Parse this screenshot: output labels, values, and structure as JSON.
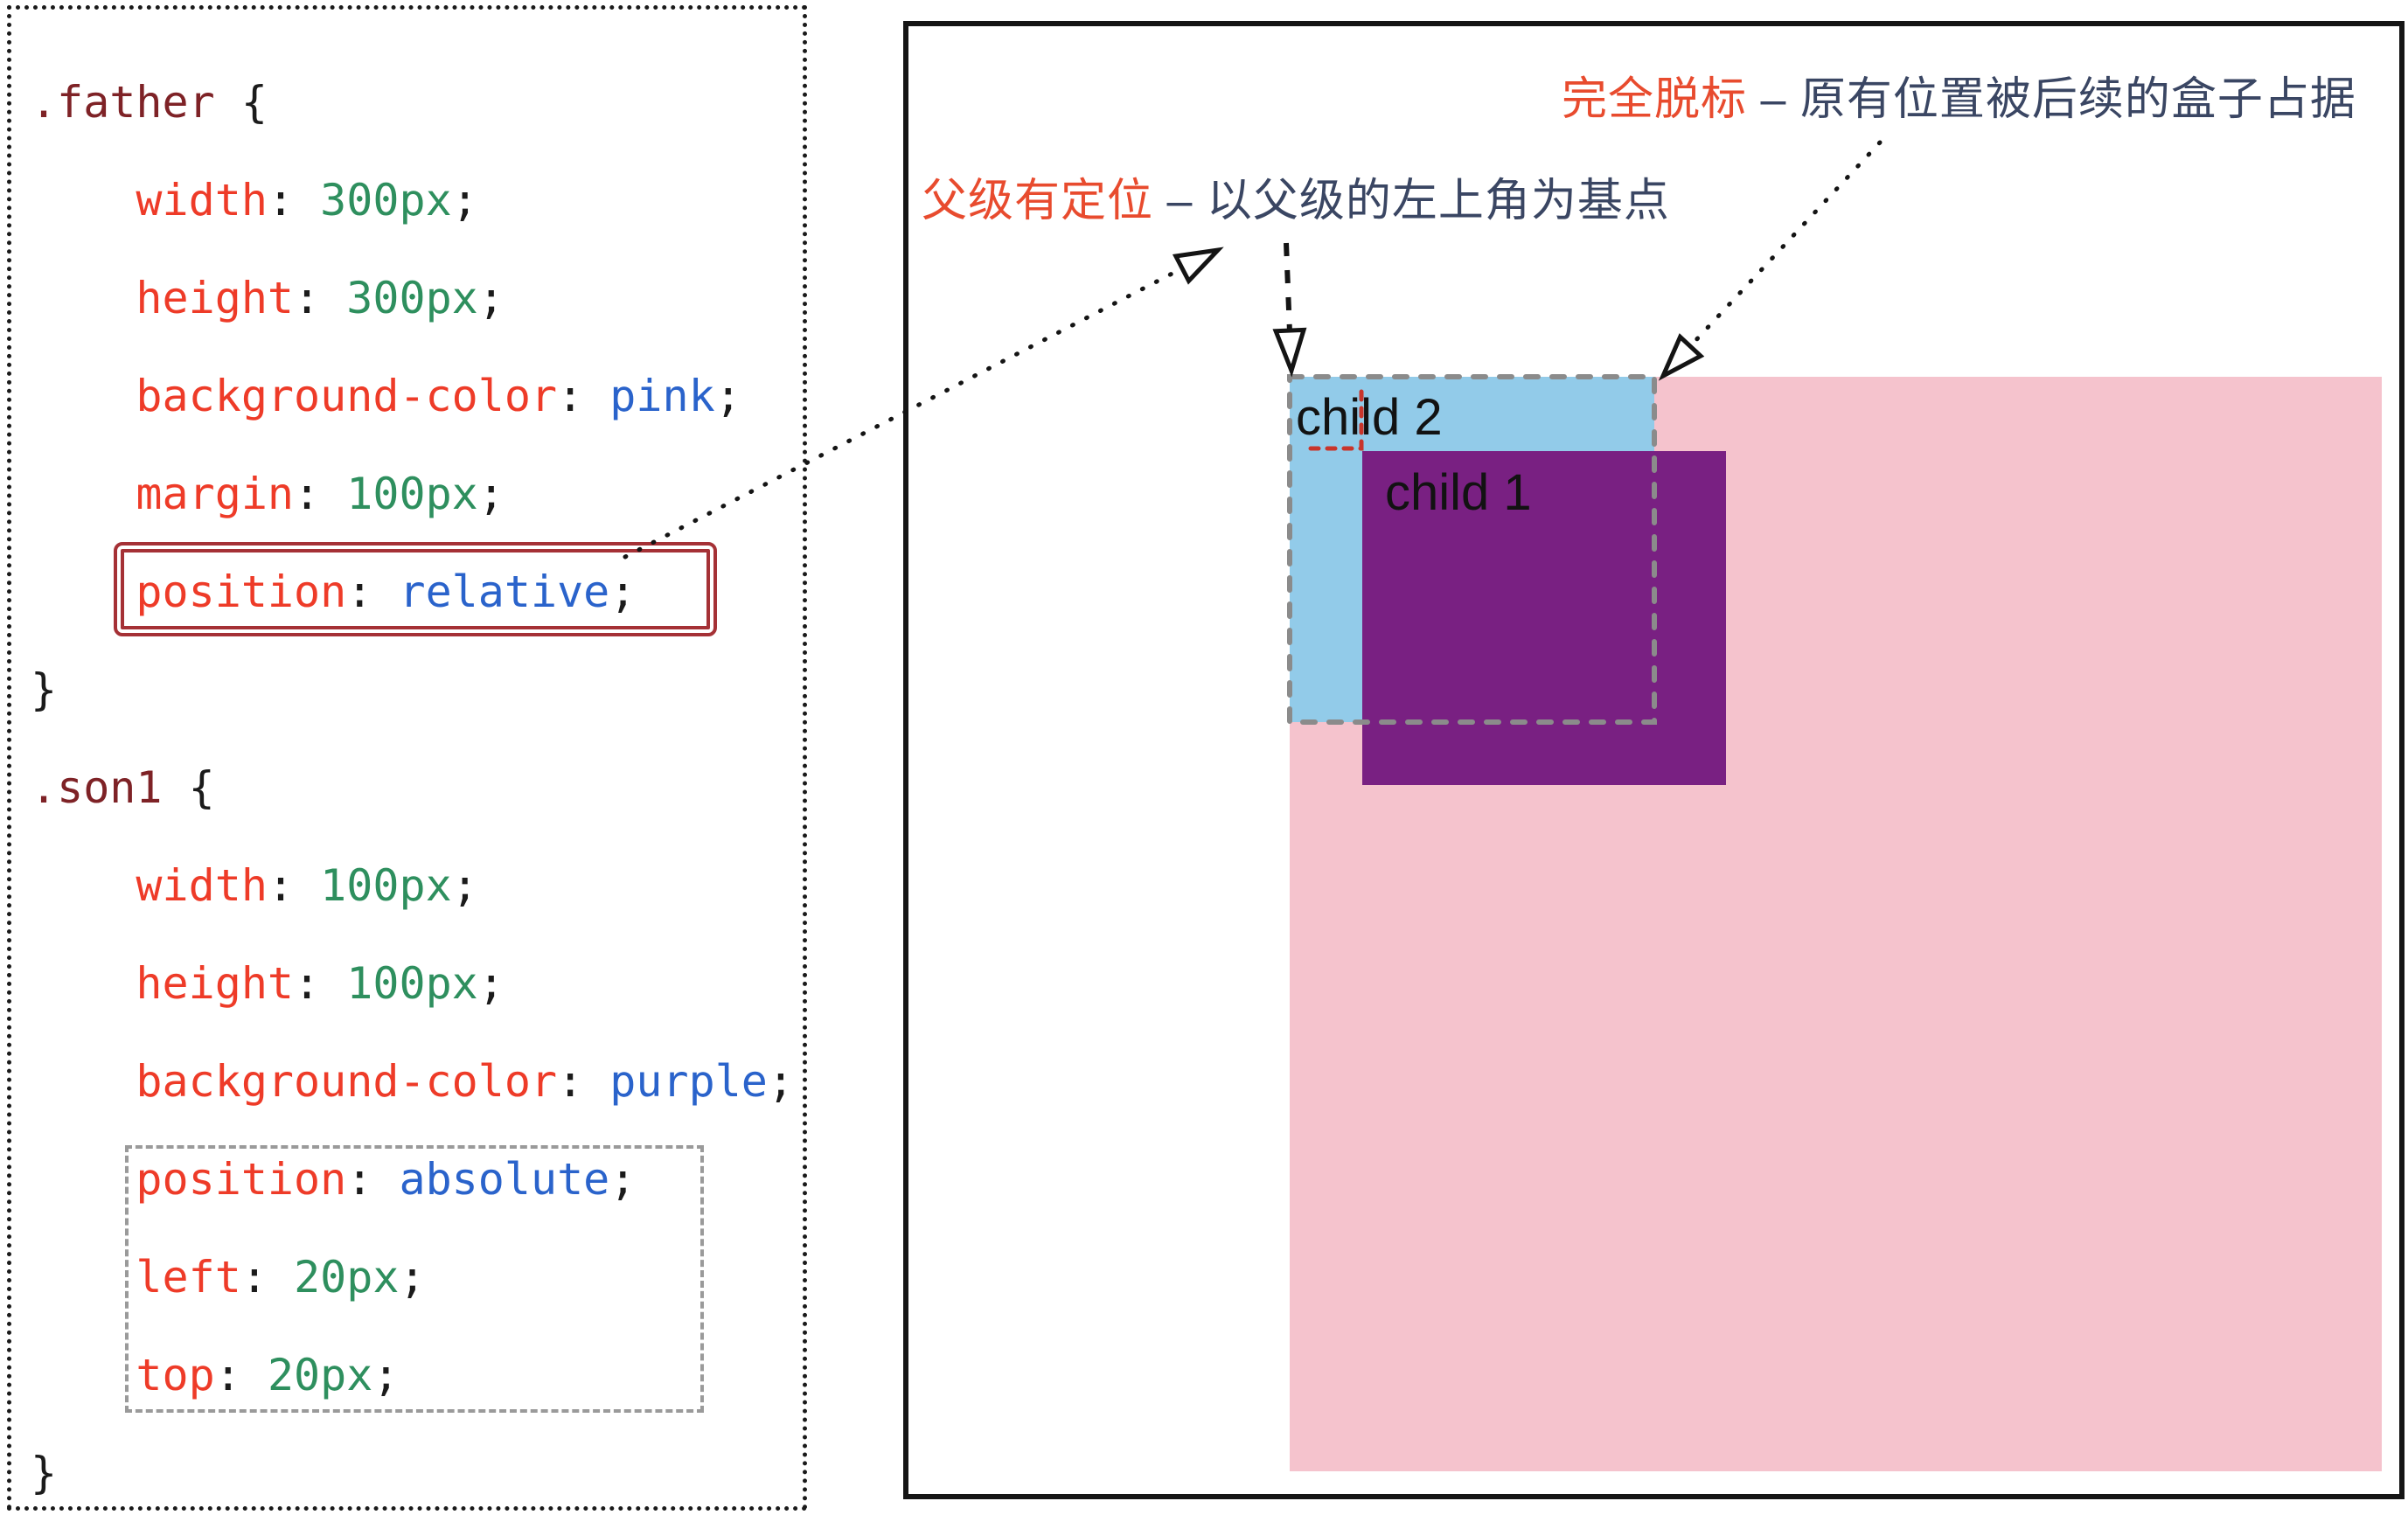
{
  "code_panel": {
    "language": "css",
    "lines": [
      {
        "tokens": [
          [
            "sel",
            ".father"
          ],
          [
            "pun",
            " {"
          ]
        ]
      },
      {
        "tokens": [
          [
            "pun",
            "    "
          ],
          [
            "prop",
            "width"
          ],
          [
            "pun",
            ": "
          ],
          [
            "num",
            "300px"
          ],
          [
            "pun",
            ";"
          ]
        ]
      },
      {
        "tokens": [
          [
            "pun",
            "    "
          ],
          [
            "prop",
            "height"
          ],
          [
            "pun",
            ": "
          ],
          [
            "num",
            "300px"
          ],
          [
            "pun",
            ";"
          ]
        ]
      },
      {
        "tokens": [
          [
            "pun",
            "    "
          ],
          [
            "prop",
            "background-color"
          ],
          [
            "pun",
            ": "
          ],
          [
            "kw",
            "pink"
          ],
          [
            "pun",
            ";"
          ]
        ]
      },
      {
        "tokens": [
          [
            "pun",
            "    "
          ],
          [
            "prop",
            "margin"
          ],
          [
            "pun",
            ": "
          ],
          [
            "num",
            "100px"
          ],
          [
            "pun",
            ";"
          ]
        ]
      },
      {
        "tokens": [
          [
            "pun",
            "    "
          ],
          [
            "prop",
            "position"
          ],
          [
            "pun",
            ": "
          ],
          [
            "kw",
            "relative"
          ],
          [
            "pun",
            ";"
          ]
        ]
      },
      {
        "tokens": [
          [
            "pun",
            "}"
          ]
        ]
      },
      {
        "tokens": [
          [
            "sel",
            ".son1"
          ],
          [
            "pun",
            " {"
          ]
        ]
      },
      {
        "tokens": [
          [
            "pun",
            "    "
          ],
          [
            "prop",
            "width"
          ],
          [
            "pun",
            ": "
          ],
          [
            "num",
            "100px"
          ],
          [
            "pun",
            ";"
          ]
        ]
      },
      {
        "tokens": [
          [
            "pun",
            "    "
          ],
          [
            "prop",
            "height"
          ],
          [
            "pun",
            ": "
          ],
          [
            "num",
            "100px"
          ],
          [
            "pun",
            ";"
          ]
        ]
      },
      {
        "tokens": [
          [
            "pun",
            "    "
          ],
          [
            "prop",
            "background-color"
          ],
          [
            "pun",
            ": "
          ],
          [
            "kw",
            "purple"
          ],
          [
            "pun",
            ";"
          ]
        ]
      },
      {
        "tokens": [
          [
            "pun",
            "    "
          ],
          [
            "prop",
            "position"
          ],
          [
            "pun",
            ": "
          ],
          [
            "kw",
            "absolute"
          ],
          [
            "pun",
            ";"
          ]
        ]
      },
      {
        "tokens": [
          [
            "pun",
            "    "
          ],
          [
            "prop",
            "left"
          ],
          [
            "pun",
            ": "
          ],
          [
            "num",
            "20px"
          ],
          [
            "pun",
            ";"
          ]
        ]
      },
      {
        "tokens": [
          [
            "pun",
            "    "
          ],
          [
            "prop",
            "top"
          ],
          [
            "pun",
            ": "
          ],
          [
            "num",
            "20px"
          ],
          [
            "pun",
            ";"
          ]
        ]
      },
      {
        "tokens": [
          [
            "pun",
            "}"
          ]
        ]
      }
    ]
  },
  "diagram": {
    "annotations": {
      "out_of_flow": {
        "highlight": "完全脱标",
        "rest": " – 原有位置被后续的盒子占据"
      },
      "parent_positioning": {
        "highlight": "父级有定位",
        "rest": " – 以父级的左上角为基点"
      }
    },
    "boxes": {
      "child1_label": "child 1",
      "child2_label": "child 2"
    },
    "colors": {
      "father_pink": "#f5c3cd",
      "child1_purple": "#792082",
      "child2_blue": "#92cbe9",
      "annotation_red": "#e84b2e",
      "annotation_navy": "#3a4663",
      "code_property_red": "#ee3b28",
      "code_value_green": "#2e8f5e",
      "code_keyword_blue": "#2a63cb",
      "code_selector_maroon": "#7e2226",
      "highlight_box_red": "#a53136",
      "original_position_gray": "#8b8b8b",
      "offset_marker_red": "#c9352b"
    }
  }
}
